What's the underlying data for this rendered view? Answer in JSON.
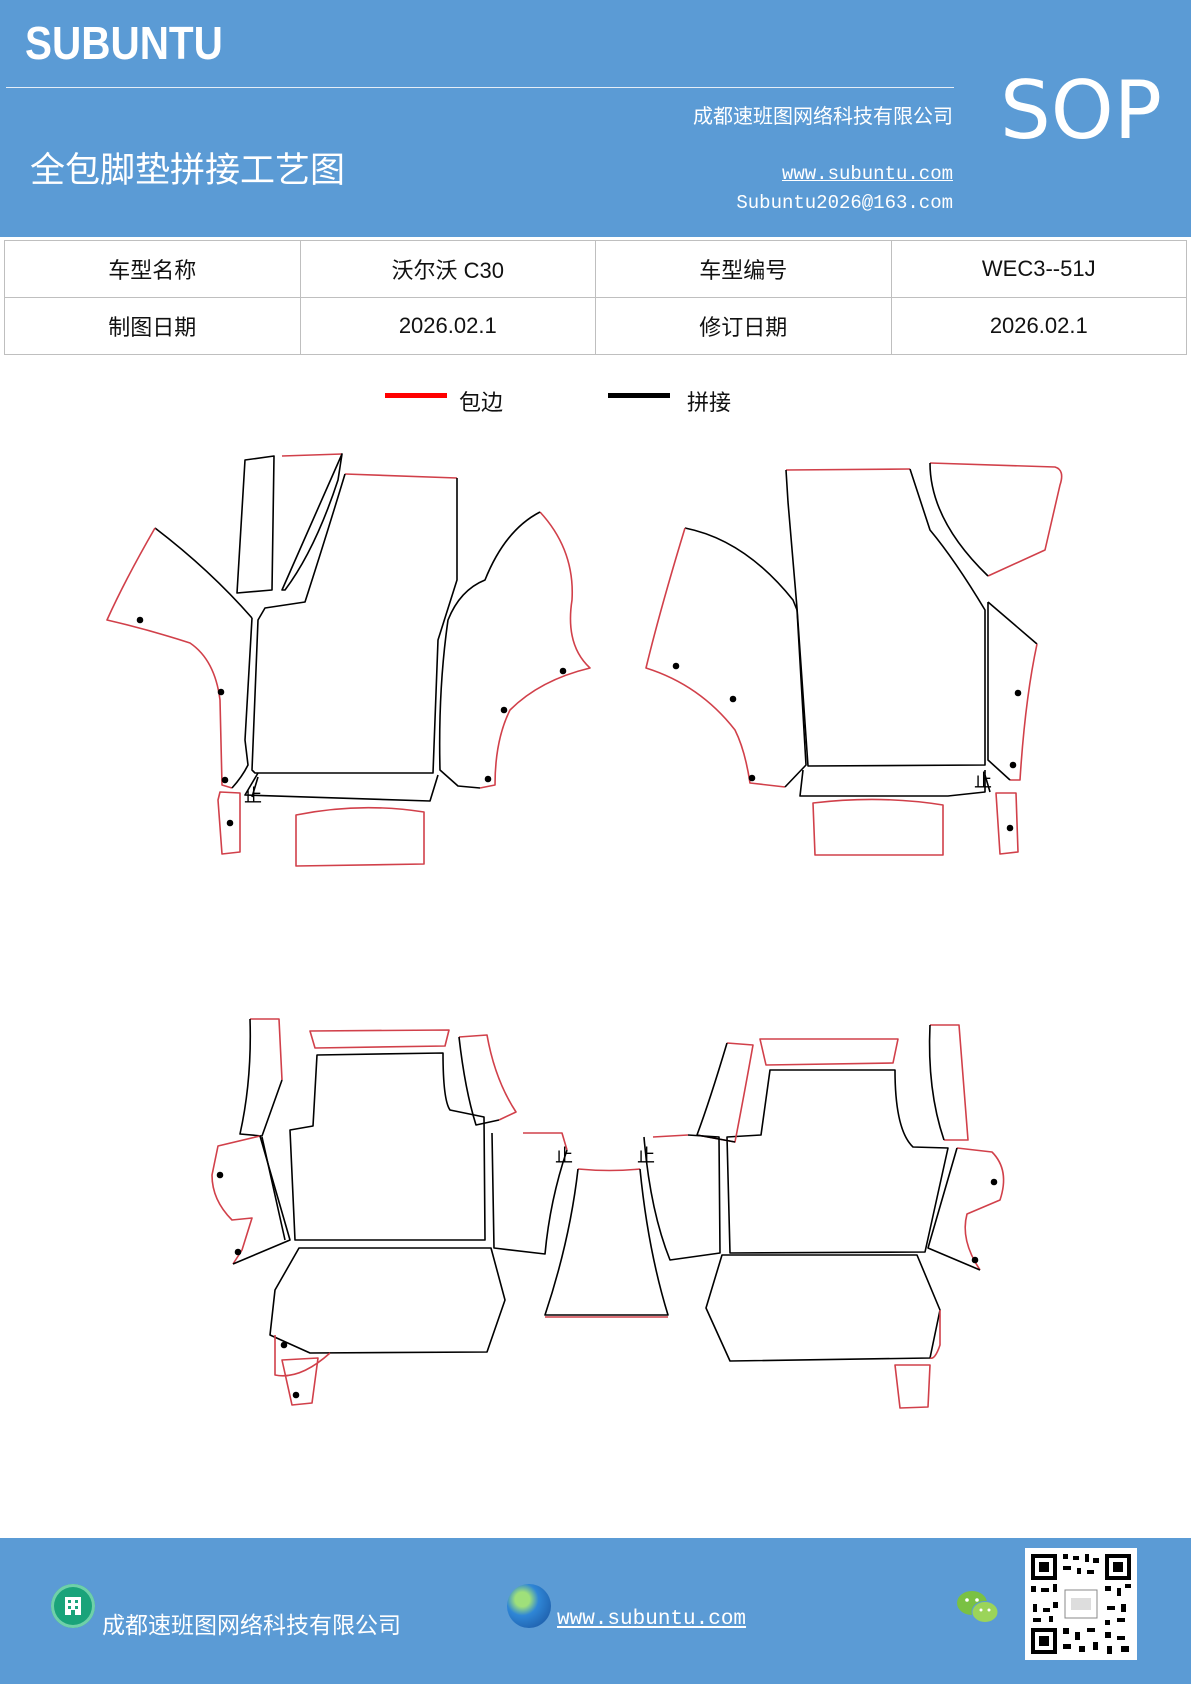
{
  "header": {
    "brand": "SUBUNTU",
    "badge": "SOP",
    "company": "成都速班图网络科技有限公司",
    "title": "全包脚垫拼接工艺图",
    "website": "www.subuntu.com",
    "email": "Subuntu2026@163.com"
  },
  "info_table": {
    "model_name_label": "车型名称",
    "model_name_value": "沃尔沃 C30",
    "model_code_label": "车型编号",
    "model_code_value": "WEC3--51J",
    "draw_date_label": "制图日期",
    "draw_date_value": "2026.02.1",
    "revise_date_label": "修订日期",
    "revise_date_value": "2026.02.1"
  },
  "legend": {
    "edging": {
      "label": "包边",
      "color": "#ff0000"
    },
    "splice": {
      "label": "拼接",
      "color": "#000000"
    }
  },
  "drawing": {
    "marks": {
      "top_left": "止",
      "top_right": "止",
      "bottom_left": "止",
      "bottom_right": "止"
    }
  },
  "footer": {
    "company": "成都速班图网络科技有限公司",
    "website": "www.subuntu.com",
    "icons": [
      "building-icon",
      "globe-icon",
      "wechat-icon",
      "qr-code"
    ]
  },
  "colors": {
    "header_bg": "#5b9bd5",
    "edge_red": "#d1404a",
    "splice_black": "#000000"
  }
}
